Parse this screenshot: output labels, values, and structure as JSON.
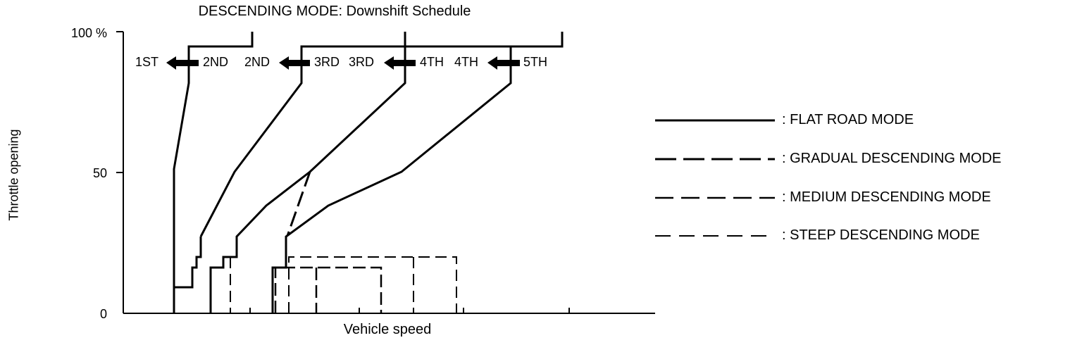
{
  "title": "DESCENDING MODE: Downshift Schedule",
  "ylabel": "Throttle opening",
  "xlabel": "Vehicle speed",
  "yticks": [
    "100 %",
    "50",
    "0"
  ],
  "gear_labels": [
    "1ST",
    "2ND",
    "2ND",
    "3RD",
    "3RD",
    "4TH",
    "4TH",
    "5TH"
  ],
  "legend": [
    {
      "label": ": FLAT ROAD MODE",
      "style": "solid"
    },
    {
      "label": ": GRADUAL DESCENDING MODE",
      "style": "long-dash"
    },
    {
      "label": ": MEDIUM DESCENDING MODE",
      "style": "medium-dash"
    },
    {
      "label": ": STEEP DESCENDING MODE",
      "style": "thin-dash"
    }
  ],
  "colors": {
    "line": "#000000",
    "background": "#ffffff"
  }
}
